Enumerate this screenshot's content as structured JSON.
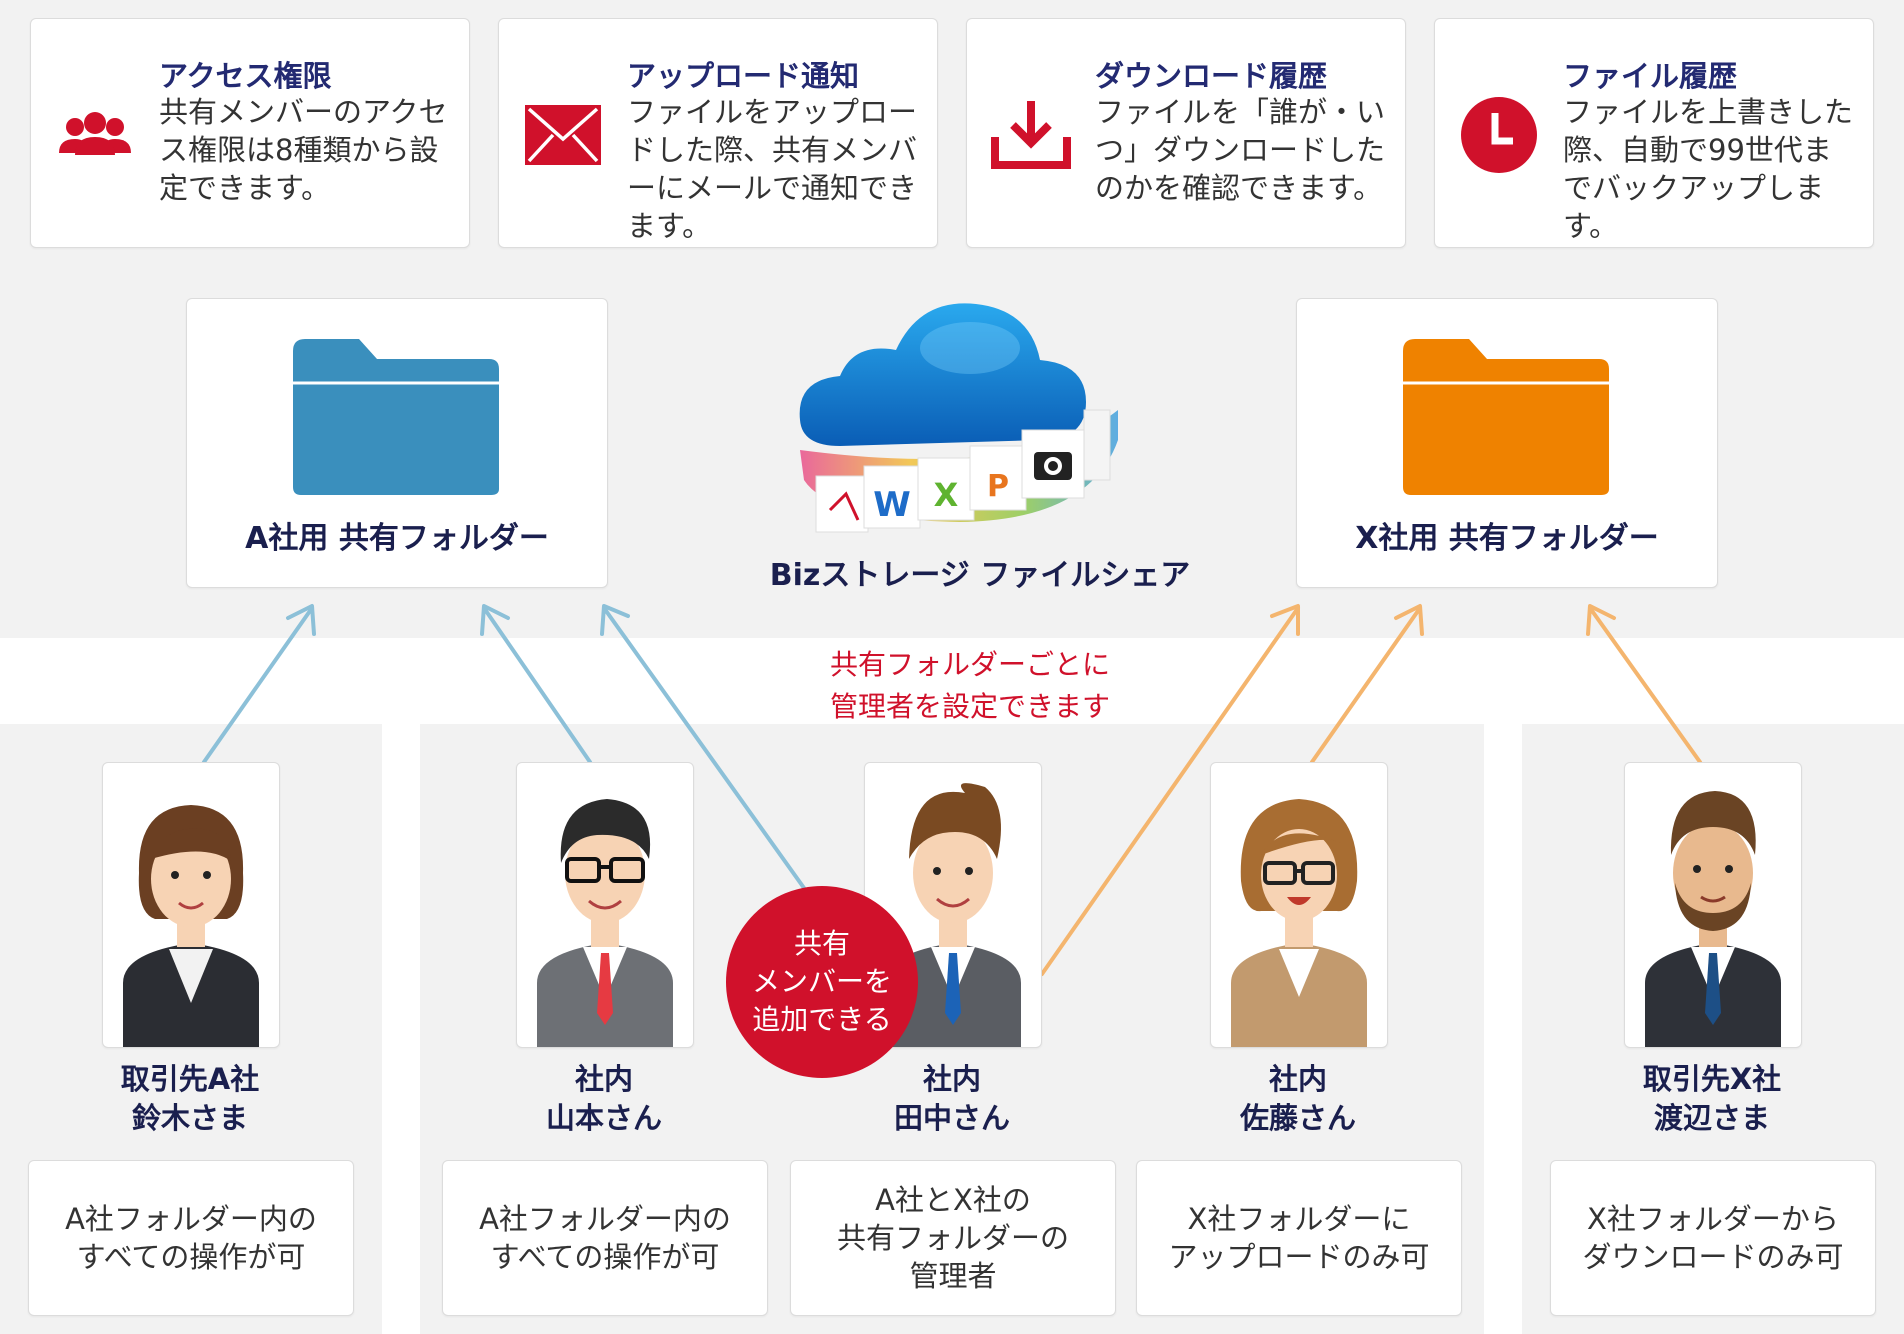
{
  "features": [
    {
      "icon": "people-icon",
      "title": "アクセス権限",
      "description": "共有メンバーのアクセス権限は8種類から設定できます。"
    },
    {
      "icon": "envelope-icon",
      "title": "アップロード通知",
      "description": "ファイルをアップロードした際、共有メンバーにメールで通知できます。"
    },
    {
      "icon": "download-icon",
      "title": "ダウンロード履歴",
      "description": "ファイルを「誰が・いつ」ダウンロードしたのかを確認できます。"
    },
    {
      "icon": "clock-icon",
      "title": "ファイル履歴",
      "description": "ファイルを上書きした際、自動で99世代までバックアップします。"
    }
  ],
  "folders": {
    "a": {
      "label": "A社用 共有フォルダー",
      "color": "#3a8fbd"
    },
    "x": {
      "label": "X社用 共有フォルダー",
      "color": "#ef8200"
    }
  },
  "cloud": {
    "label": "Bizストレージ ファイルシェア",
    "file_letters": {
      "word": "W",
      "excel": "X",
      "powerpoint": "P"
    }
  },
  "admin_note": {
    "line1": "共有フォルダーごとに",
    "line2": "管理者を設定できます"
  },
  "badge": {
    "line1": "共有",
    "line2": "メンバーを",
    "line3": "追加できる"
  },
  "people": [
    {
      "name_line1": "取引先A社",
      "name_line2": "鈴木さま",
      "permission": [
        "A社フォルダー内の",
        "すべての操作が可"
      ]
    },
    {
      "name_line1": "社内",
      "name_line2": "山本さん",
      "permission": [
        "A社フォルダー内の",
        "すべての操作が可"
      ]
    },
    {
      "name_line1": "社内",
      "name_line2": "田中さん",
      "permission": [
        "A社とX社の",
        "共有フォルダーの",
        "管理者"
      ]
    },
    {
      "name_line1": "社内",
      "name_line2": "佐藤さん",
      "permission": [
        "X社フォルダーに",
        "アップロードのみ可"
      ]
    },
    {
      "name_line1": "取引先X社",
      "name_line2": "渡辺さま",
      "permission": [
        "X社フォルダーから",
        "ダウンロードのみ可"
      ]
    }
  ],
  "colors": {
    "accent_red": "#d0112b",
    "navy": "#232a72",
    "arrow_blue": "#8cc0d8",
    "arrow_orange": "#f4b56e",
    "panel_gray": "#f2f2f2"
  }
}
